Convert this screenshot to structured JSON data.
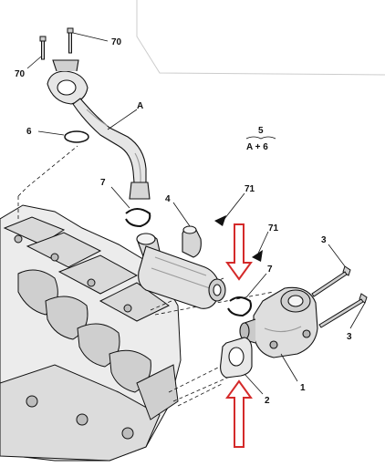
{
  "diagram": {
    "callouts": {
      "c70a": "70",
      "c70b": "70",
      "cA": "A",
      "c6": "6",
      "c7a": "7",
      "c4": "4",
      "c71a": "71",
      "c71b": "71",
      "c7b": "7",
      "c3a": "3",
      "c3b": "3",
      "c2": "2",
      "c1": "1"
    },
    "fraction": {
      "numerator": "5",
      "denominator": "A + 6"
    },
    "colors": {
      "line": "#111111",
      "highlight_arrow": "#d42a2a",
      "part_fill": "#e4e4e4",
      "shade": "#9a9a9a"
    }
  }
}
